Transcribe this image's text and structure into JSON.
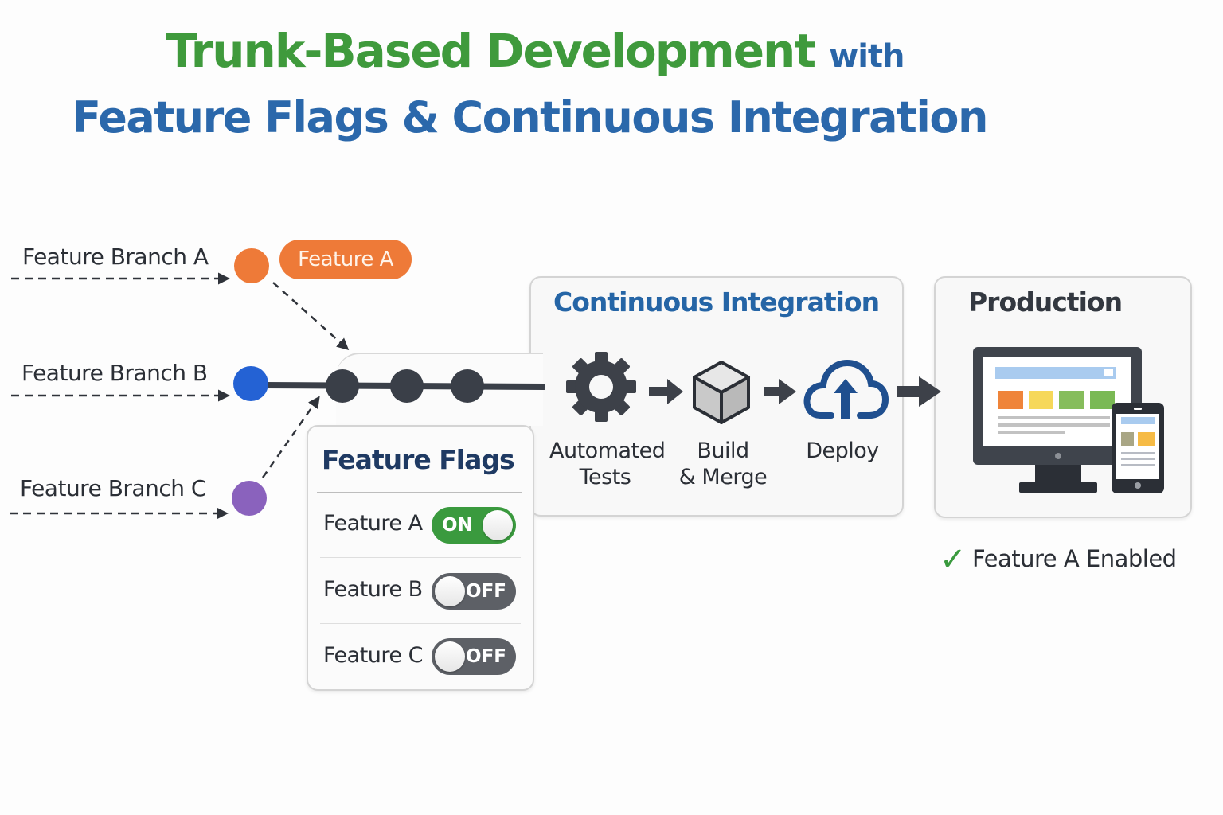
{
  "title": {
    "line1_main": "Trunk-Based Development",
    "line1_suffix": "with",
    "line2": "Feature Flags & Continuous Integration"
  },
  "branches": [
    {
      "label": "Feature Branch A",
      "color": "#ee7a38"
    },
    {
      "label": "Feature Branch B",
      "color": "#2462d4"
    },
    {
      "label": "Feature Branch C",
      "color": "#8a62bd"
    }
  ],
  "feature_tag": {
    "label": "Feature A",
    "color": "#ee7a38"
  },
  "trunk": {
    "commit_count": 3,
    "color": "#3a3f48"
  },
  "feature_flags": {
    "title": "Feature Flags",
    "items": [
      {
        "label": "Feature A",
        "state": "ON",
        "enabled": true
      },
      {
        "label": "Feature B",
        "state": "OFF",
        "enabled": false
      },
      {
        "label": "Feature C",
        "state": "OFF",
        "enabled": false
      }
    ]
  },
  "ci": {
    "title": "Continuous Integration",
    "steps": [
      {
        "line1": "Automated",
        "line2": "Tests",
        "icon": "gear-icon"
      },
      {
        "line1": "Build",
        "line2": "& Merge",
        "icon": "cube-icon"
      },
      {
        "line1": "Deploy",
        "line2": "",
        "icon": "cloud-upload-icon"
      }
    ]
  },
  "production": {
    "title": "Production",
    "icon": "devices-icon",
    "status": "Feature A Enabled",
    "status_icon": "check-icon"
  },
  "colors": {
    "title_green": "#3f9a3c",
    "title_blue": "#2b68ab",
    "toggle_on": "#3a9a3e",
    "toggle_off": "#5d6066",
    "deploy_blue": "#1f4f8f"
  }
}
